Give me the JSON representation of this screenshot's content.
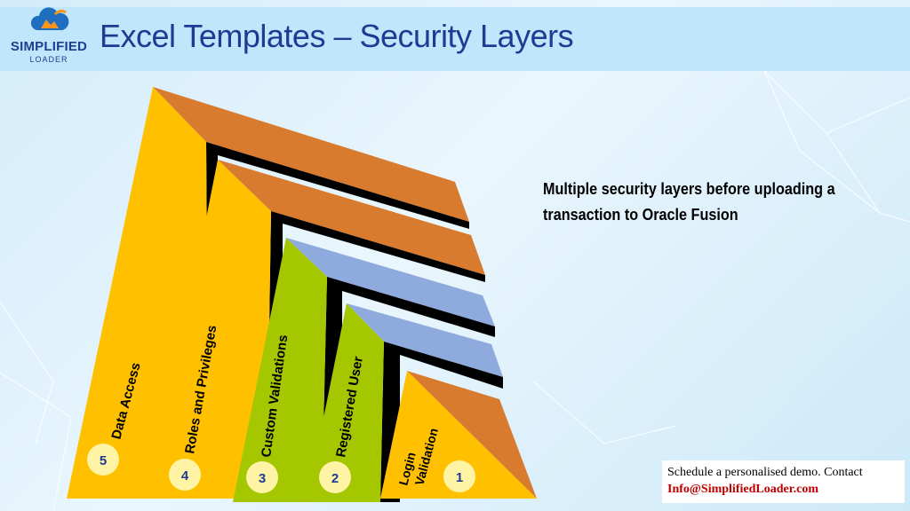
{
  "header": {
    "title": "Excel Templates – Security Layers",
    "logo_name": "SIMPLIFIED",
    "logo_sub": "LOADER"
  },
  "description": "Multiple security layers before uploading a transaction to Oracle Fusion",
  "layers": [
    {
      "number": "5",
      "label": "Data Access"
    },
    {
      "number": "4",
      "label": "Roles and Privileges"
    },
    {
      "number": "3",
      "label": "Custom Validations"
    },
    {
      "number": "2",
      "label": "Registered User"
    },
    {
      "number": "1",
      "label_line1": "Login",
      "label_line2": "Validation"
    }
  ],
  "contact": {
    "line1": "Schedule a personalised demo. Contact",
    "line2": "Info@SimplifiedLoader.com"
  },
  "colors": {
    "yellow": "#ffc000",
    "orange": "#d97b2e",
    "green": "#a5c700",
    "blue": "#8faadc",
    "title": "#1f3a93",
    "header_band": "#bfe6fb"
  }
}
